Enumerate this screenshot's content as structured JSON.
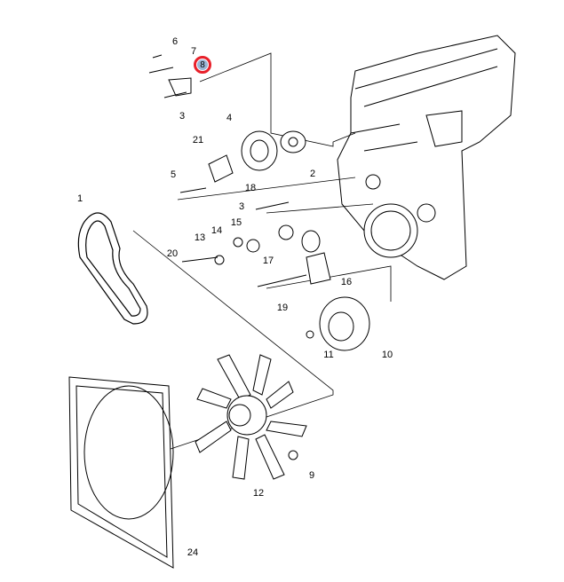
{
  "diagram": {
    "title": "Engine Accessory Drive / Cooling Fan Exploded View",
    "highlight_color": "#e8202a",
    "callouts": [
      {
        "id": "c6",
        "text": "6"
      },
      {
        "id": "c7",
        "text": "7"
      },
      {
        "id": "c8",
        "text": "8",
        "highlighted": true
      },
      {
        "id": "c3a",
        "text": "3"
      },
      {
        "id": "c4",
        "text": "4"
      },
      {
        "id": "c21",
        "text": "21"
      },
      {
        "id": "c2",
        "text": "2"
      },
      {
        "id": "c5",
        "text": "5"
      },
      {
        "id": "c1",
        "text": "1"
      },
      {
        "id": "c18",
        "text": "18"
      },
      {
        "id": "c3b",
        "text": "3"
      },
      {
        "id": "c14",
        "text": "14"
      },
      {
        "id": "c15",
        "text": "15"
      },
      {
        "id": "c13",
        "text": "13"
      },
      {
        "id": "c17",
        "text": "17"
      },
      {
        "id": "c20",
        "text": "20"
      },
      {
        "id": "c16",
        "text": "16"
      },
      {
        "id": "c19",
        "text": "19"
      },
      {
        "id": "c11",
        "text": "11"
      },
      {
        "id": "c10",
        "text": "10"
      },
      {
        "id": "c12",
        "text": "12"
      },
      {
        "id": "c9",
        "text": "9"
      },
      {
        "id": "c24",
        "text": "24"
      }
    ]
  }
}
